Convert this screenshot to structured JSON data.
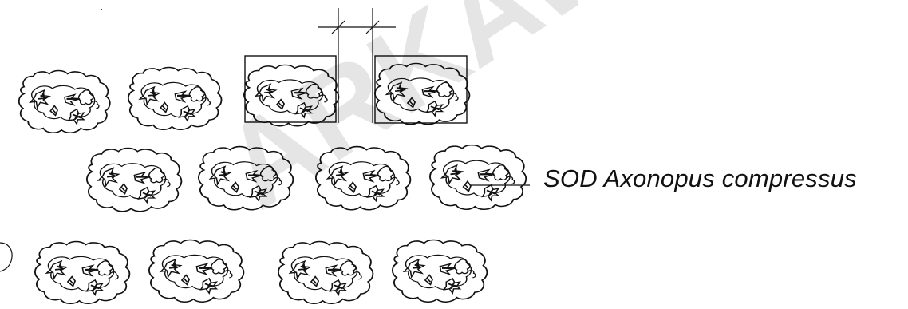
{
  "annotation": {
    "label": "SOD Axonopus compressus"
  },
  "watermark": {
    "text": "ARKAWAL"
  },
  "colors": {
    "stroke": "#111111",
    "text": "#111111",
    "background": "#ffffff",
    "watermark": "rgba(0,0,0,0.10)"
  },
  "icons": [
    "shrub-plan-symbol"
  ],
  "shrub_rows": [
    {
      "count": 4,
      "boxed": [
        false,
        false,
        true,
        true
      ]
    },
    {
      "count": 4,
      "boxed": [
        false,
        false,
        false,
        false
      ]
    },
    {
      "count": 4,
      "boxed": [
        false,
        false,
        false,
        false
      ]
    }
  ]
}
